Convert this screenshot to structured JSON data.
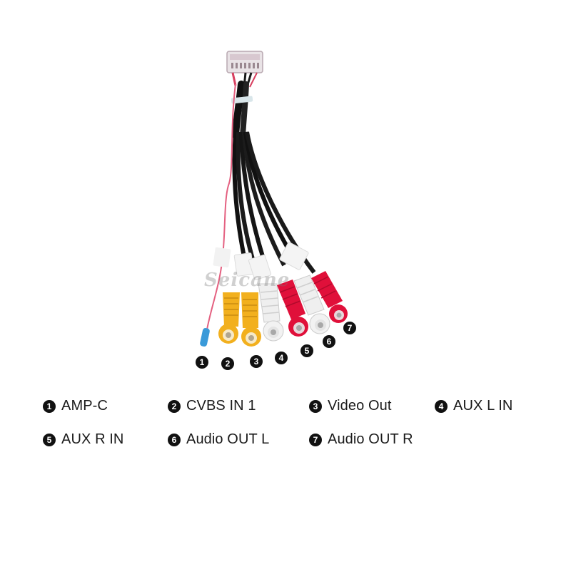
{
  "watermark": "Seicane",
  "callouts": [
    "1",
    "2",
    "3",
    "4",
    "5",
    "6",
    "7"
  ],
  "legend": [
    {
      "num": "1",
      "label": "AMP-C"
    },
    {
      "num": "2",
      "label": "CVBS IN 1"
    },
    {
      "num": "3",
      "label": "Video Out"
    },
    {
      "num": "4",
      "label": "AUX L IN"
    },
    {
      "num": "5",
      "label": "AUX R IN"
    },
    {
      "num": "6",
      "label": "Audio OUT L"
    },
    {
      "num": "7",
      "label": "Audio OUT R"
    }
  ],
  "colors": {
    "cable": "#1a1a1a",
    "red_wire": "#e0506a",
    "yellow_plug": "#f2b01e",
    "white_plug": "#efefef",
    "red_plug": "#e0103a",
    "blue_tip": "#3a9ad9",
    "connector": "#e8e8e8"
  }
}
